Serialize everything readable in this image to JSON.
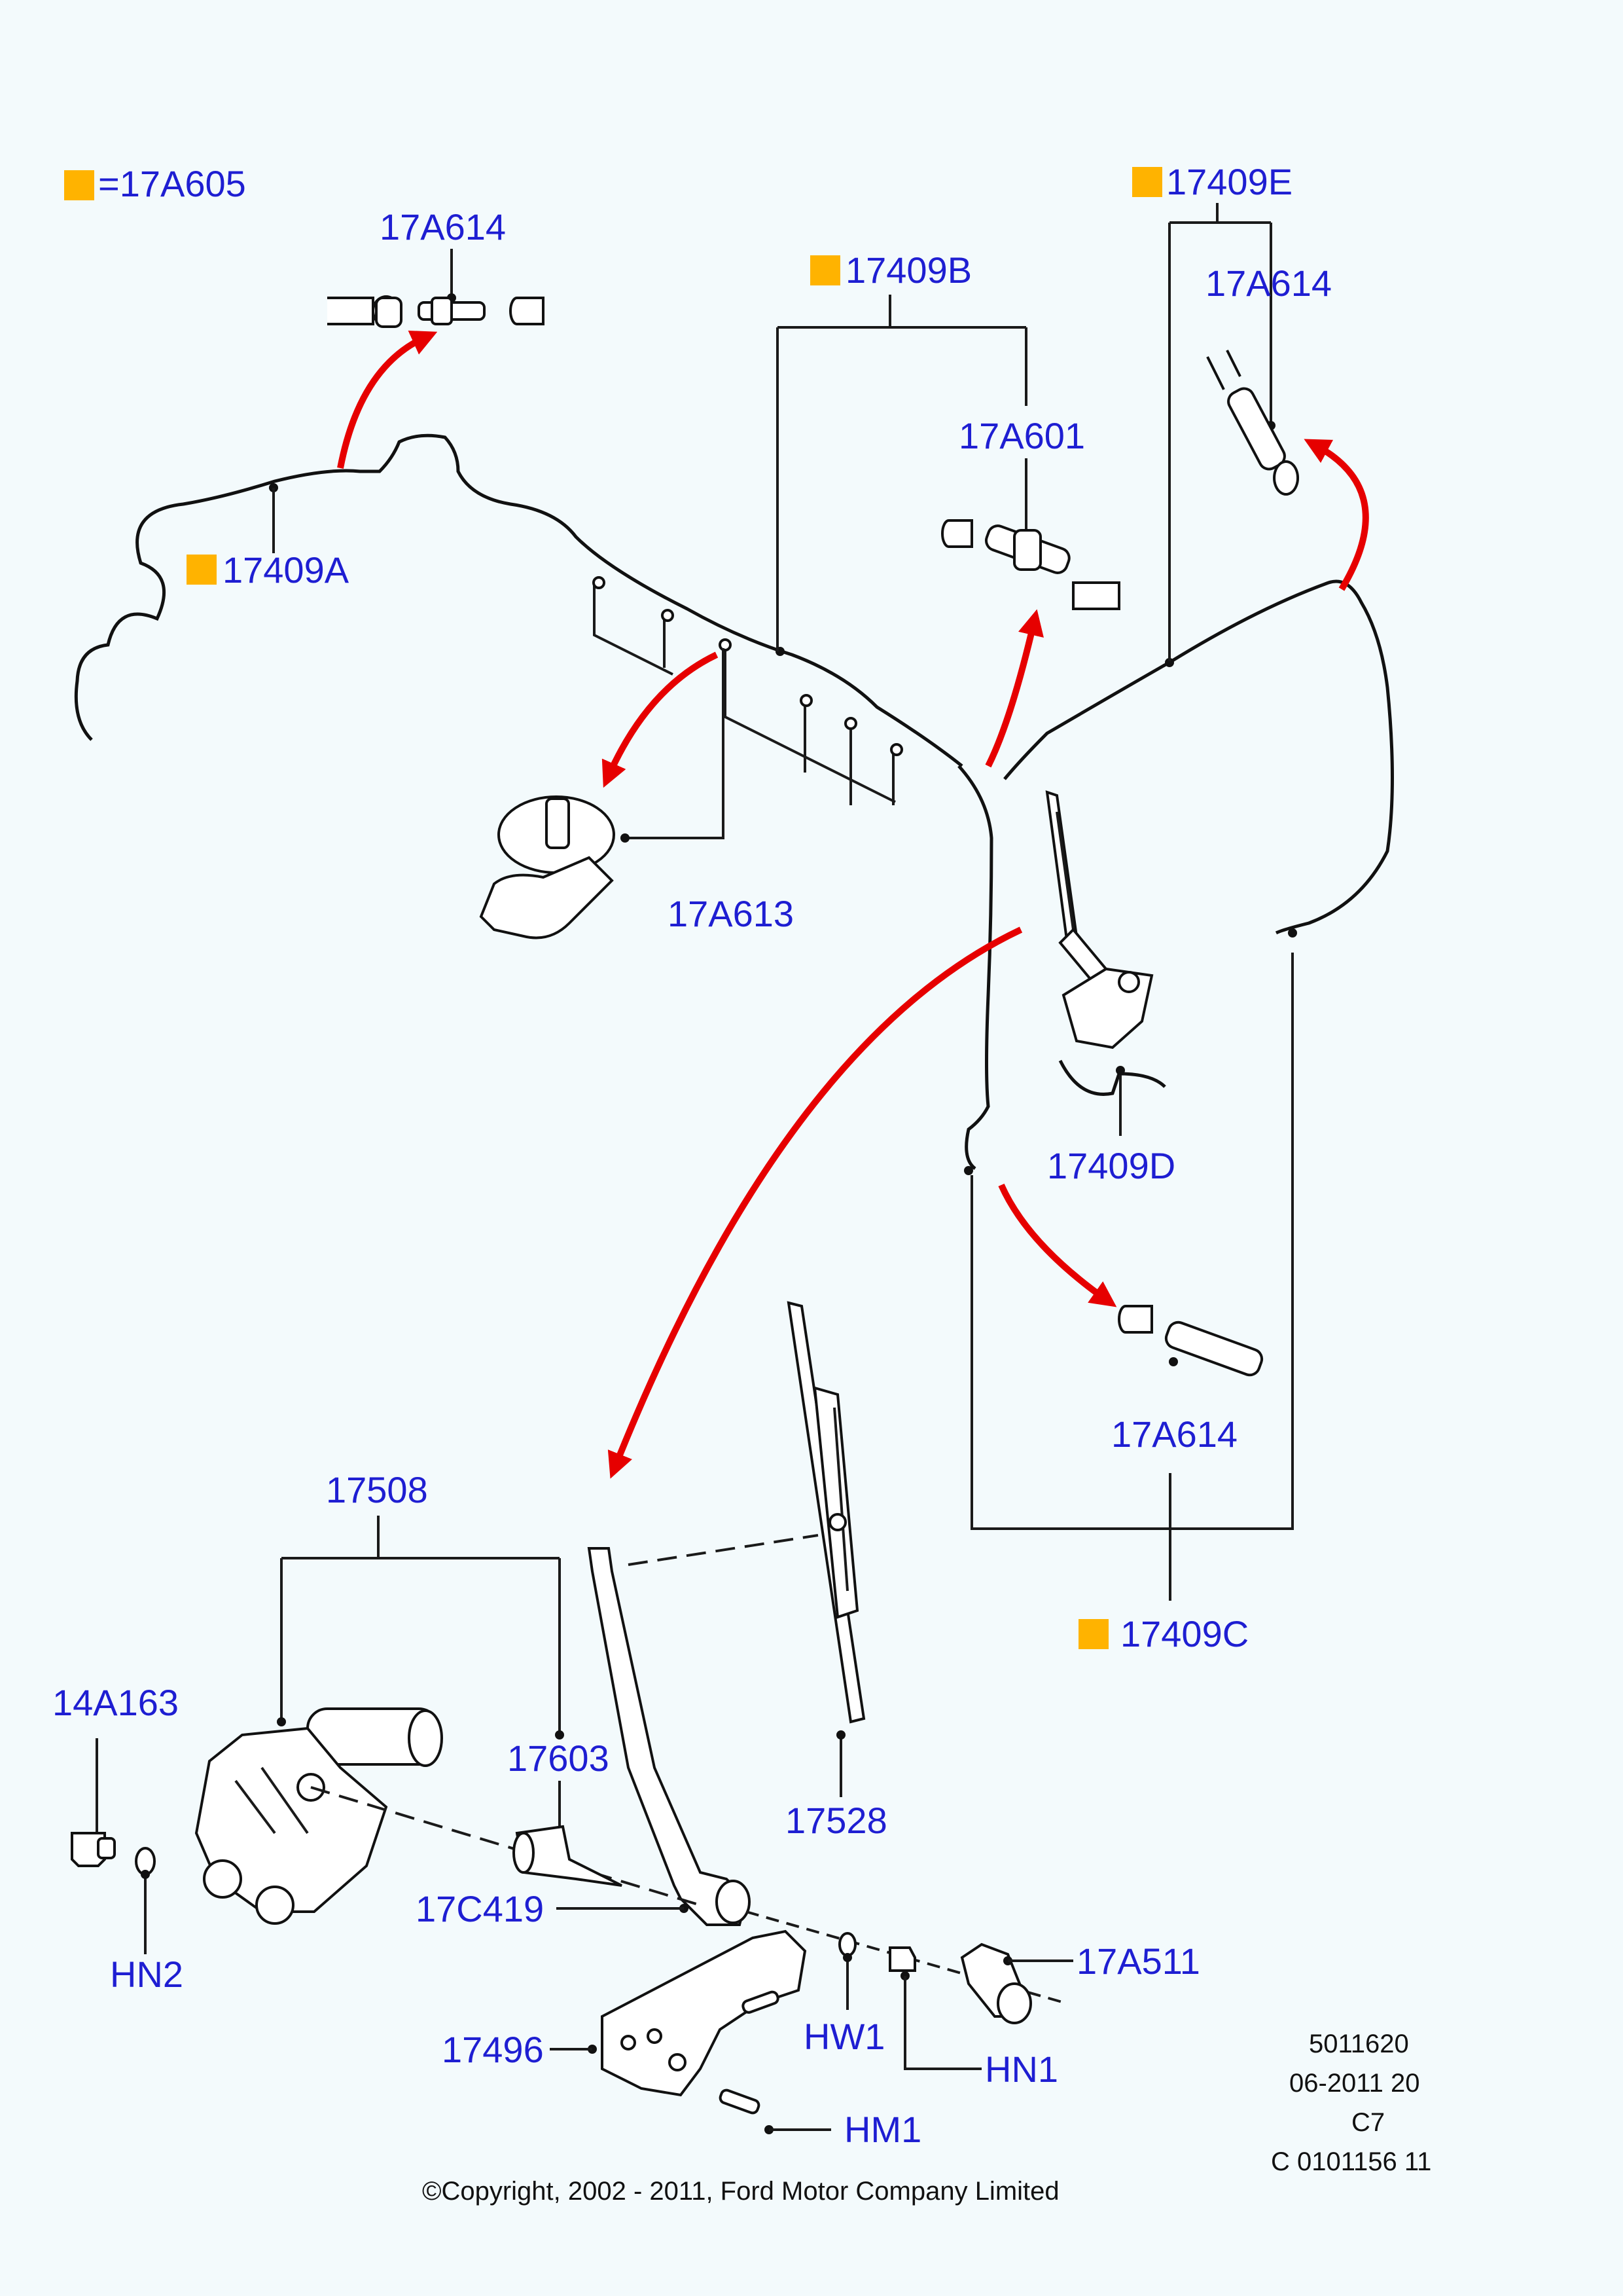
{
  "legend": {
    "text": "=17A605",
    "color": "#ffb300"
  },
  "labels": {
    "l17a614_top": "17A614",
    "l17409b": "17409B",
    "l17409e": "17409E",
    "l17a614_right": "17A614",
    "l17a601": "17A601",
    "l17409a": "17409A",
    "l17a613": "17A613",
    "l17409d": "17409D",
    "l17a614_mid": "17A614",
    "l17409c": "17409C",
    "l17508": "17508",
    "l14a163": "14A163",
    "l17603": "17603",
    "l17528": "17528",
    "l17c419": "17C419",
    "l17a511": "17A511",
    "lhn2": "HN2",
    "lhw1": "HW1",
    "lhn1": "HN1",
    "l17496": "17496",
    "lhm1": "HM1"
  },
  "docinfo": {
    "line1": "5011620",
    "line2": "06-2011 20",
    "line3": "C7",
    "line4": "C 0101156 11"
  },
  "copyright": "©Copyright, 2002 - 2011, Ford Motor Company Limited",
  "colors": {
    "label": "#1e1ed2",
    "arrow": "#e60000",
    "marker": "#ffb300"
  }
}
